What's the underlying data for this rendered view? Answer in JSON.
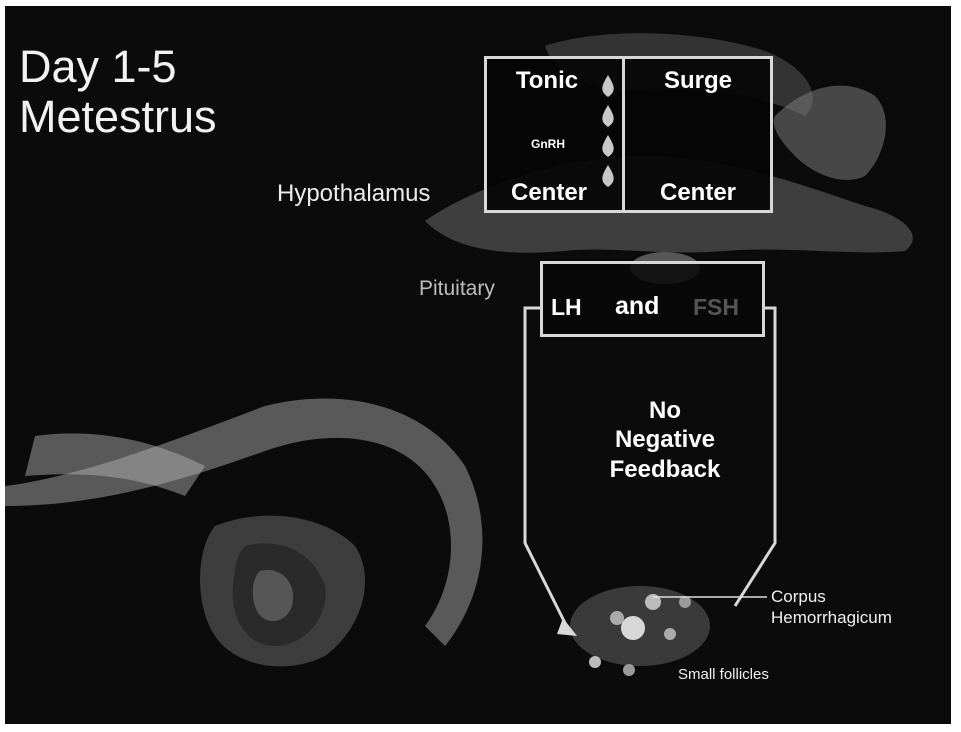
{
  "slide": {
    "title_line1": "Day 1-5",
    "title_line2": "Metestrus"
  },
  "hypothalamus_box": {
    "tonic_label": "Tonic",
    "tonic_center_label": "Center",
    "surge_label": "Surge",
    "surge_center_label": "Center",
    "gnrh_label": "GnRH"
  },
  "labels": {
    "hypothalamus": "Hypothalamus",
    "pituitary": "Pituitary",
    "corpus_line1": "Corpus",
    "corpus_line2": "Hemorrhagicum",
    "small_follicles": "Small follicles"
  },
  "pituitary_box": {
    "lh": "LH",
    "and": "and",
    "fsh": "FSH"
  },
  "feedback": {
    "line1": "No",
    "line2": "Negative",
    "line3": "Feedback"
  },
  "colors": {
    "background": "#0b0b0b",
    "box_border": "#d8d8d8",
    "text": "#ffffff",
    "fsh_dim": "#555555"
  }
}
